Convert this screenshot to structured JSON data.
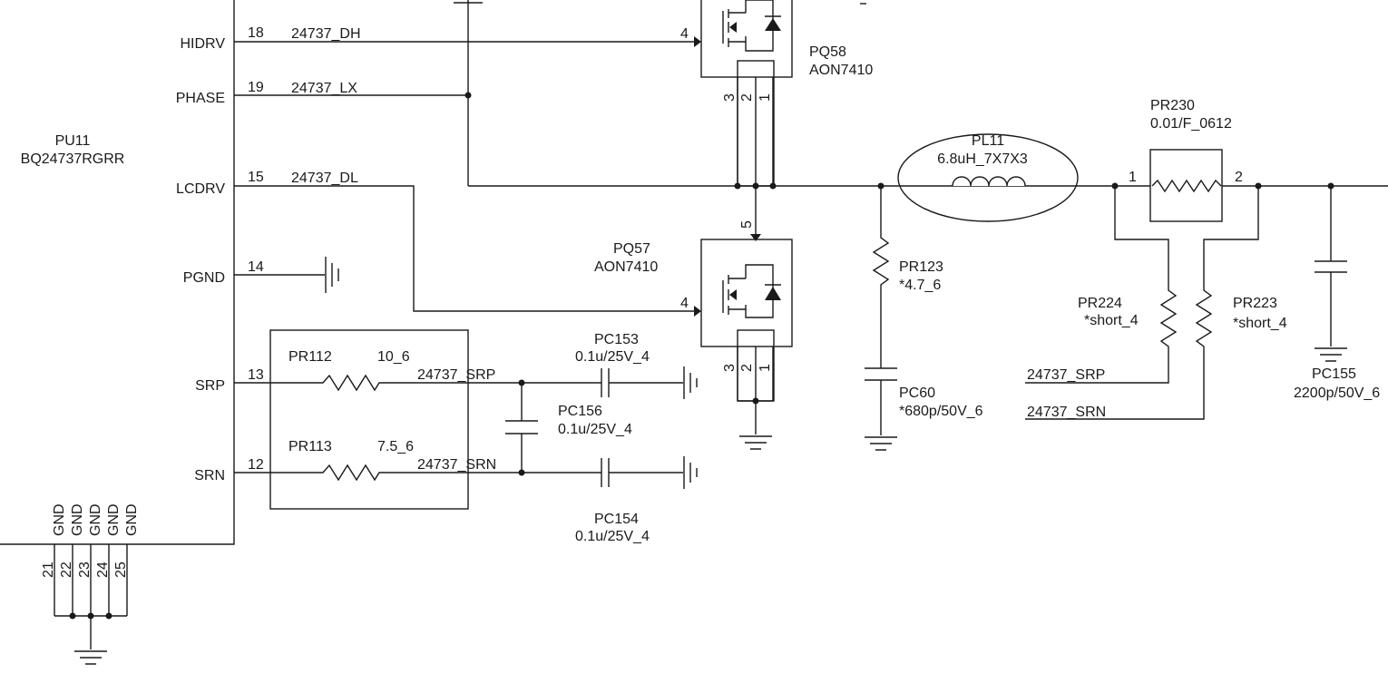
{
  "ic": {
    "ref": "PU11",
    "part": "BQ24737RGRR",
    "pins": [
      {
        "name": "HIDRV",
        "num": "18",
        "net": "24737_DH"
      },
      {
        "name": "PHASE",
        "num": "19",
        "net": "24737_LX"
      },
      {
        "name": "LCDRV",
        "num": "15",
        "net": "24737_DL"
      },
      {
        "name": "PGND",
        "num": "14"
      },
      {
        "name": "SRP",
        "num": "13"
      },
      {
        "name": "SRN",
        "num": "12"
      }
    ],
    "gnd_label": "GND",
    "gnd_pins": [
      "21",
      "22",
      "23",
      "24",
      "25"
    ]
  },
  "mosfets": [
    {
      "ref": "PQ58",
      "part": "AON7410",
      "gate_pin": "4",
      "pins": [
        "3",
        "2",
        "1"
      ]
    },
    {
      "ref": "PQ57",
      "part": "AON7410",
      "gate_pin": "4",
      "drain_pin": "5",
      "pins": [
        "3",
        "2",
        "1"
      ]
    }
  ],
  "inductor": {
    "ref": "PL11",
    "value": "6.8uH_7X7X3"
  },
  "sense_resistor": {
    "ref": "PR230",
    "value": "0.01/F_0612",
    "pin1": "1",
    "pin2": "2"
  },
  "resistors": [
    {
      "ref": "PR112",
      "value": "10_6"
    },
    {
      "ref": "PR113",
      "value": "7.5_6"
    },
    {
      "ref": "PR123",
      "value": "*4.7_6"
    },
    {
      "ref": "PR224",
      "value": "*short_4"
    },
    {
      "ref": "PR223",
      "value": "*short_4"
    }
  ],
  "capacitors": [
    {
      "ref": "PC153",
      "value": "0.1u/25V_4"
    },
    {
      "ref": "PC156",
      "value": "0.1u/25V_4"
    },
    {
      "ref": "PC154",
      "value": "0.1u/25V_4"
    },
    {
      "ref": "PC60",
      "value": "*680p/50V_6"
    },
    {
      "ref": "PC155",
      "value": "2200p/50V_6"
    }
  ],
  "nets": {
    "srp_local": "24737_SRP",
    "srn_local": "24737_SRN",
    "srp_remote": "24737_SRP",
    "srn_remote": "24737_SRN"
  }
}
